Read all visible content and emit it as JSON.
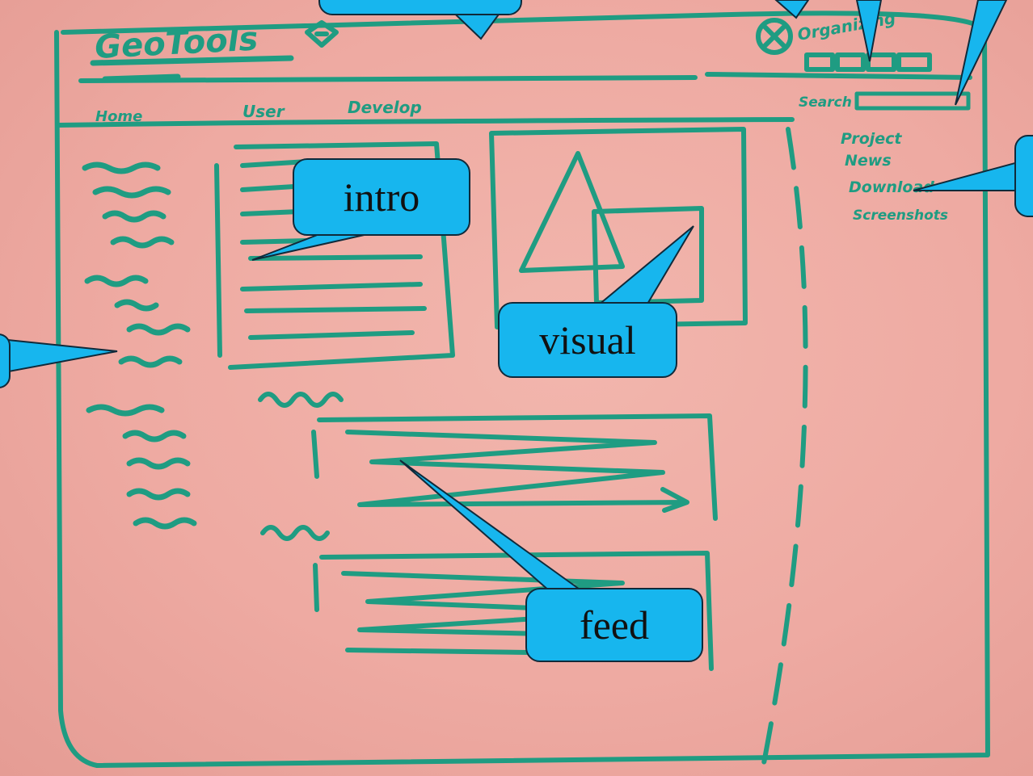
{
  "sketch": {
    "logo_text": "GeoTools",
    "nav": [
      "Home",
      "User",
      "Develop"
    ],
    "top_right_link": "Organizing",
    "search_label": "Search",
    "side_links": [
      "Project",
      "News",
      "Download",
      "Screenshots"
    ]
  },
  "callouts": {
    "intro": "intro",
    "visual": "visual",
    "feed": "feed"
  },
  "colors": {
    "marker": "#1f9c82",
    "board": "#eeaaa2",
    "callout_fill": "#17b6ee",
    "callout_border": "#102a3a"
  }
}
